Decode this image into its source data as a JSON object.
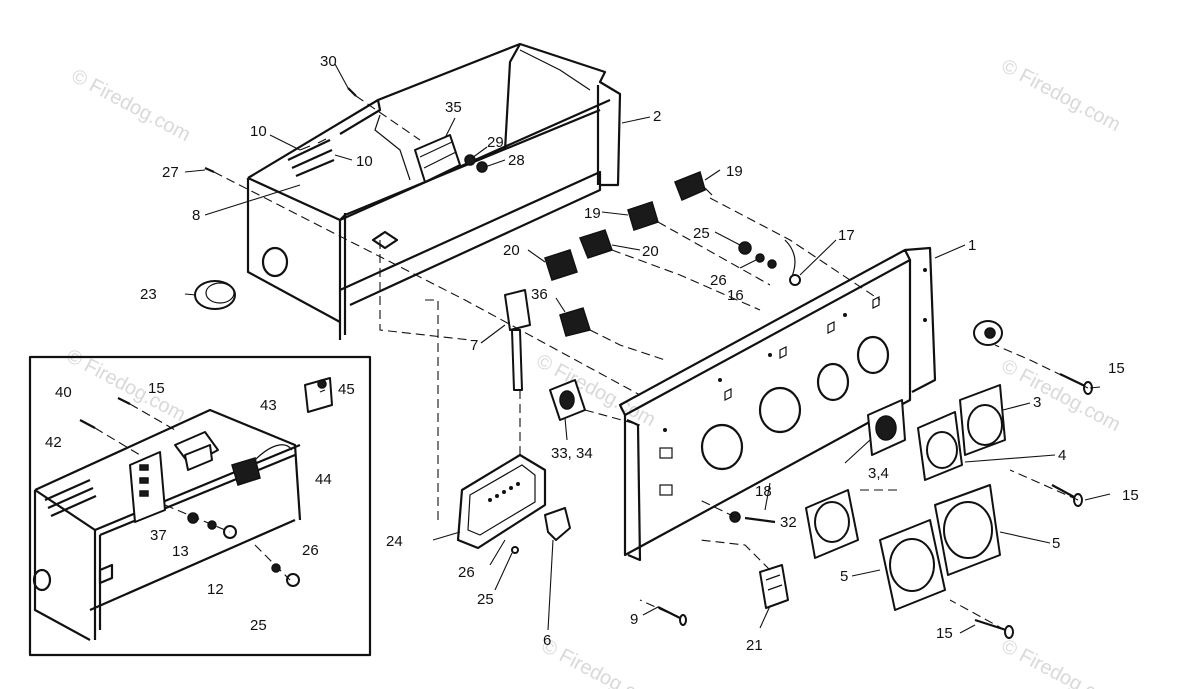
{
  "watermark": {
    "text": "© Firedog.com"
  },
  "callouts": {
    "c1": "1",
    "c2": "2",
    "c3": "3",
    "c4": "4",
    "c5a": "5",
    "c5b": "5",
    "c7": "7",
    "c8": "8",
    "c9": "9",
    "c10a": "10",
    "c10b": "10",
    "c12": "12",
    "c13": "13",
    "c15a": "15",
    "c15b": "15",
    "c15c": "15",
    "c15d": "15",
    "c16": "16",
    "c17": "17",
    "c18": "18",
    "c19a": "19",
    "c19b": "19",
    "c20a": "20",
    "c20b": "20",
    "c21": "21",
    "c23": "23",
    "c24": "24",
    "c25a": "25",
    "c25b": "25",
    "c25c": "25",
    "c26a": "26",
    "c26b": "26",
    "c26c": "26",
    "c27": "27",
    "c28": "28",
    "c29": "29",
    "c30": "30",
    "c32": "32",
    "c3334": "33, 34",
    "c34": "3,4",
    "c35": "35",
    "c36": "36",
    "c37": "37",
    "c40": "40",
    "c42": "42",
    "c43": "43",
    "c44": "44",
    "c45": "45",
    "c6": "6"
  }
}
